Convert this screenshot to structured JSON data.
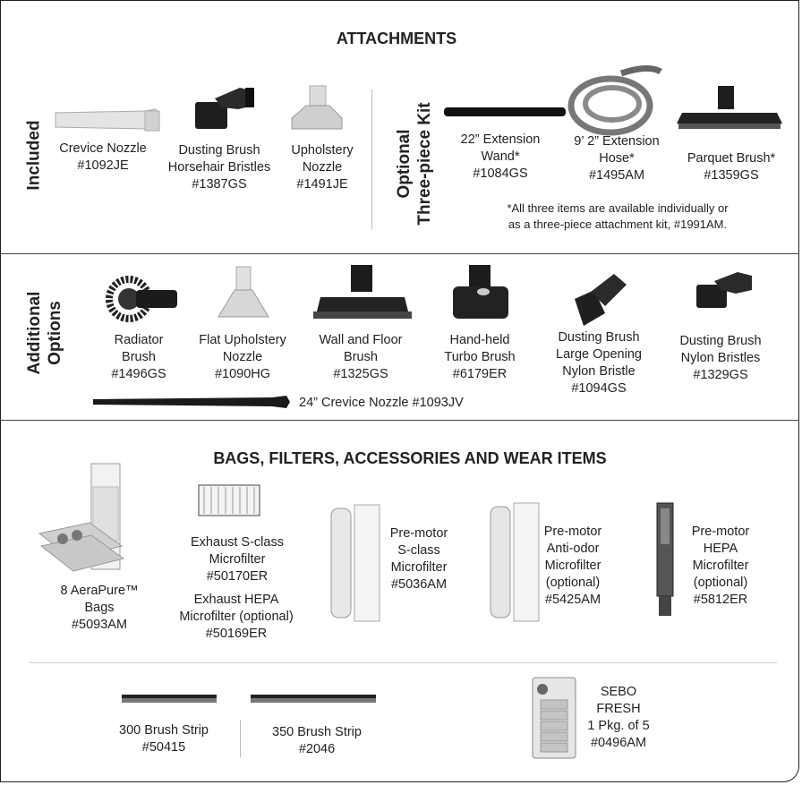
{
  "attachments": {
    "title": "ATTACHMENTS",
    "included_label": "Included",
    "optional_label": [
      "Optional",
      "Three-piece Kit"
    ],
    "included": [
      {
        "name": [
          "Crevice Nozzle"
        ],
        "sku": "#1092JE",
        "icon": "crevice-nozzle"
      },
      {
        "name": [
          "Dusting Brush",
          "Horsehair Bristles"
        ],
        "sku": "#1387GS",
        "icon": "dusting-brush"
      },
      {
        "name": [
          "Upholstery",
          "Nozzle"
        ],
        "sku": "#1491JE",
        "icon": "upholstery-nozzle"
      }
    ],
    "optional": [
      {
        "name": [
          "22” Extension",
          "Wand*"
        ],
        "sku": "#1084GS",
        "icon": "extension-wand"
      },
      {
        "name": [
          "9’ 2” Extension",
          "Hose*"
        ],
        "sku": "#1495AM",
        "icon": "extension-hose"
      },
      {
        "name": [
          "Parquet Brush*"
        ],
        "sku": "#1359GS",
        "icon": "parquet-brush"
      }
    ],
    "kit_note": [
      "*All three items are available individually or",
      "as a three-piece attachment kit, #1991AM."
    ]
  },
  "additional": {
    "label": [
      "Additional",
      "Options"
    ],
    "items": [
      {
        "name": [
          "Radiator",
          "Brush"
        ],
        "sku": "#1496GS",
        "icon": "radiator-brush"
      },
      {
        "name": [
          "Flat Upholstery",
          "Nozzle"
        ],
        "sku": "#1090HG",
        "icon": "flat-upholstery-nozzle"
      },
      {
        "name": [
          "Wall and Floor",
          "Brush"
        ],
        "sku": "#1325GS",
        "icon": "wall-floor-brush"
      },
      {
        "name": [
          "Hand-held",
          "Turbo Brush"
        ],
        "sku": "#6179ER",
        "icon": "turbo-brush"
      },
      {
        "name": [
          "Dusting Brush",
          "Large Opening",
          "Nylon Bristle"
        ],
        "sku": "#1094GS",
        "icon": "dusting-brush-large"
      },
      {
        "name": [
          "Dusting Brush",
          "Nylon Bristles"
        ],
        "sku": "#1329GS",
        "icon": "dusting-brush-nylon"
      }
    ],
    "long_nozzle": "24” Crevice Nozzle #1093JV"
  },
  "bags": {
    "title": "BAGS, FILTERS, ACCESSORIES AND WEAR ITEMS",
    "items": [
      {
        "name": [
          "8 AeraPure™",
          "Bags"
        ],
        "sku": "#5093AM",
        "icon": "bag-box"
      },
      {
        "name": [
          "Exhaust S-class",
          "Microfilter"
        ],
        "sku": "#50170ER",
        "icon": "exhaust-filter"
      },
      {
        "name": [
          "Exhaust HEPA",
          "Microfilter (optional)"
        ],
        "sku": "#50169ER",
        "icon": "hepa-exhaust"
      },
      {
        "name": [
          "Pre-motor",
          "S-class",
          "Microfilter"
        ],
        "sku": "#5036AM",
        "icon": "premotor-filter"
      },
      {
        "name": [
          "Pre-motor",
          "Anti-odor",
          "Microfilter",
          "(optional)"
        ],
        "sku": "#5425AM",
        "icon": "anti-odor-filter"
      },
      {
        "name": [
          "Pre-motor",
          "HEPA",
          "Microfilter",
          "(optional)"
        ],
        "sku": "#5812ER",
        "icon": "hepa-premotor-filter"
      }
    ],
    "wear": [
      {
        "name": [
          "300 Brush Strip"
        ],
        "sku": "#50415",
        "icon": "brush-strip"
      },
      {
        "name": [
          "350 Brush Strip"
        ],
        "sku": "#2046",
        "icon": "brush-strip"
      },
      {
        "name": [
          "SEBO",
          "FRESH",
          "1 Pkg. of 5"
        ],
        "sku": "#0496AM",
        "icon": "sebo-fresh"
      }
    ]
  }
}
